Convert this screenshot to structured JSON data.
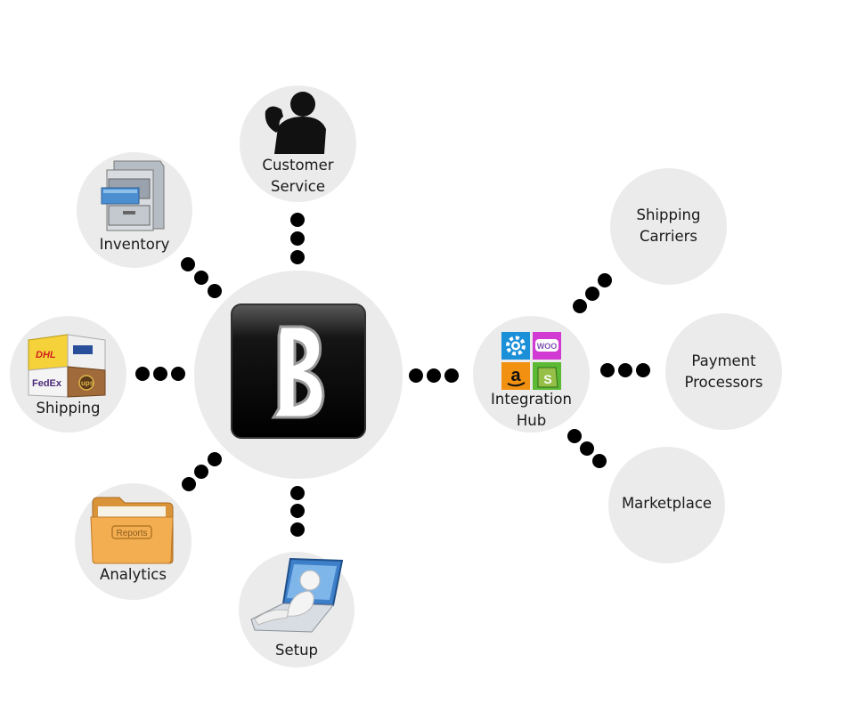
{
  "nodes": {
    "customer_service": "Customer\nService",
    "inventory": "Inventory",
    "shipping": "Shipping",
    "analytics": "Analytics",
    "setup": "Setup",
    "integration_hub": "Integration\nHub",
    "shipping_carriers": "Shipping\nCarriers",
    "payment_processors": "Payment\nProcessors",
    "marketplace": "Marketplace"
  },
  "icons": {
    "center": "brand-b-logo-icon",
    "customer_service": "person-phone-icon",
    "inventory": "file-cabinet-icon",
    "shipping": "carrier-boxes-icon",
    "analytics": "reports-folder-icon",
    "setup": "figure-laptop-icon",
    "hub": [
      "settings-gear-icon",
      "woo-icon",
      "amazon-icon",
      "shopify-icon"
    ]
  },
  "icon_text": {
    "dhl": "DHL",
    "fedex": "FedEx",
    "ups": "ups",
    "reports": "Reports",
    "woo": "WOO",
    "amazon": "a",
    "shopify": "S"
  },
  "colors": {
    "node_fill": "#ebebeb",
    "connector": "#000000",
    "hub_gear": "#1b8fd8",
    "hub_woo": "#d13ad3",
    "hub_amazon": "#f29110",
    "hub_shopify": "#5bb934"
  }
}
